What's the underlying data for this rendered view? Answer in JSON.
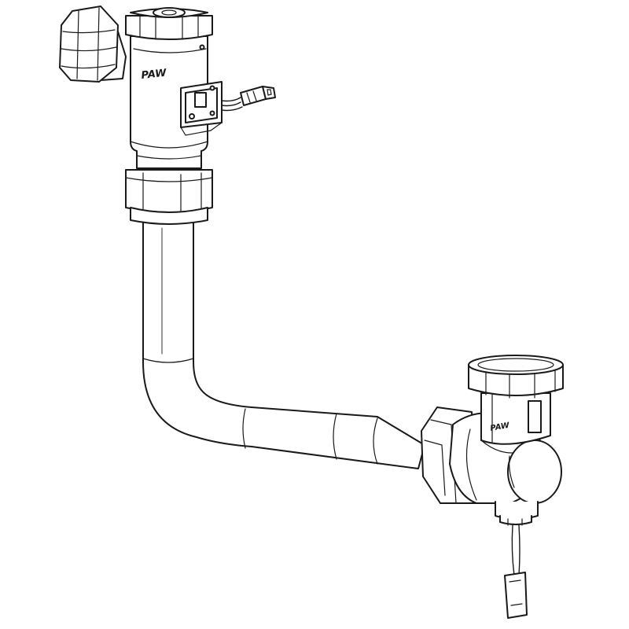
{
  "figure": {
    "logos": [
      {
        "id": "upper",
        "text": "PAW",
        "icon": "paw-brand-logo"
      },
      {
        "id": "lower",
        "text": "PAW",
        "icon": "paw-brand-logo"
      }
    ],
    "colors": {
      "line": "#1a1a1a",
      "fill": "#ffffff"
    }
  }
}
